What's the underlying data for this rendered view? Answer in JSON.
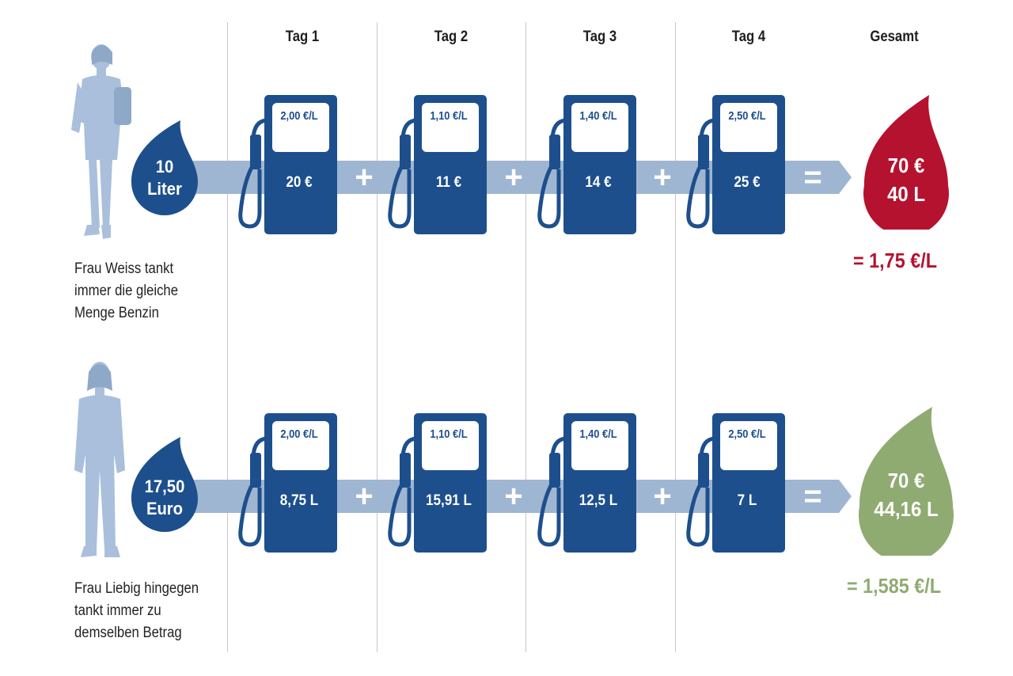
{
  "headers": [
    "Tag 1",
    "Tag 2",
    "Tag 3",
    "Tag 4"
  ],
  "total_header": "Gesamt",
  "operators": {
    "plus": "+",
    "equals": "="
  },
  "colors": {
    "navy": "#1d4f8c",
    "band": "#9fb6d2",
    "red": "#b5122f",
    "green": "#8fab72",
    "person": "#a9bfdc"
  },
  "rows": [
    {
      "caption": [
        "Frau Weiss tankt",
        "immer die gleiche",
        "Menge Benzin"
      ],
      "start": {
        "line1": "10",
        "line2": "Liter"
      },
      "pumps": [
        {
          "price": "2,00 €/L",
          "amount": "20 €"
        },
        {
          "price": "1,10 €/L",
          "amount": "11 €"
        },
        {
          "price": "1,40 €/L",
          "amount": "14 €"
        },
        {
          "price": "2,50 €/L",
          "amount": "25 €"
        }
      ],
      "total": {
        "line1": "70 €",
        "line2": "40 L"
      },
      "result": "= 1,75 €/L"
    },
    {
      "caption": [
        "Frau Liebig hingegen",
        "tankt immer zu",
        "demselben Betrag"
      ],
      "start": {
        "line1": "17,50",
        "line2": "Euro"
      },
      "pumps": [
        {
          "price": "2,00 €/L",
          "amount": "8,75 L"
        },
        {
          "price": "1,10 €/L",
          "amount": "15,91 L"
        },
        {
          "price": "1,40 €/L",
          "amount": "12,5 L"
        },
        {
          "price": "2,50 €/L",
          "amount": "7 L"
        }
      ],
      "total": {
        "line1": "70 €",
        "line2": "44,16 L"
      },
      "result": "= 1,585 €/L"
    }
  ]
}
